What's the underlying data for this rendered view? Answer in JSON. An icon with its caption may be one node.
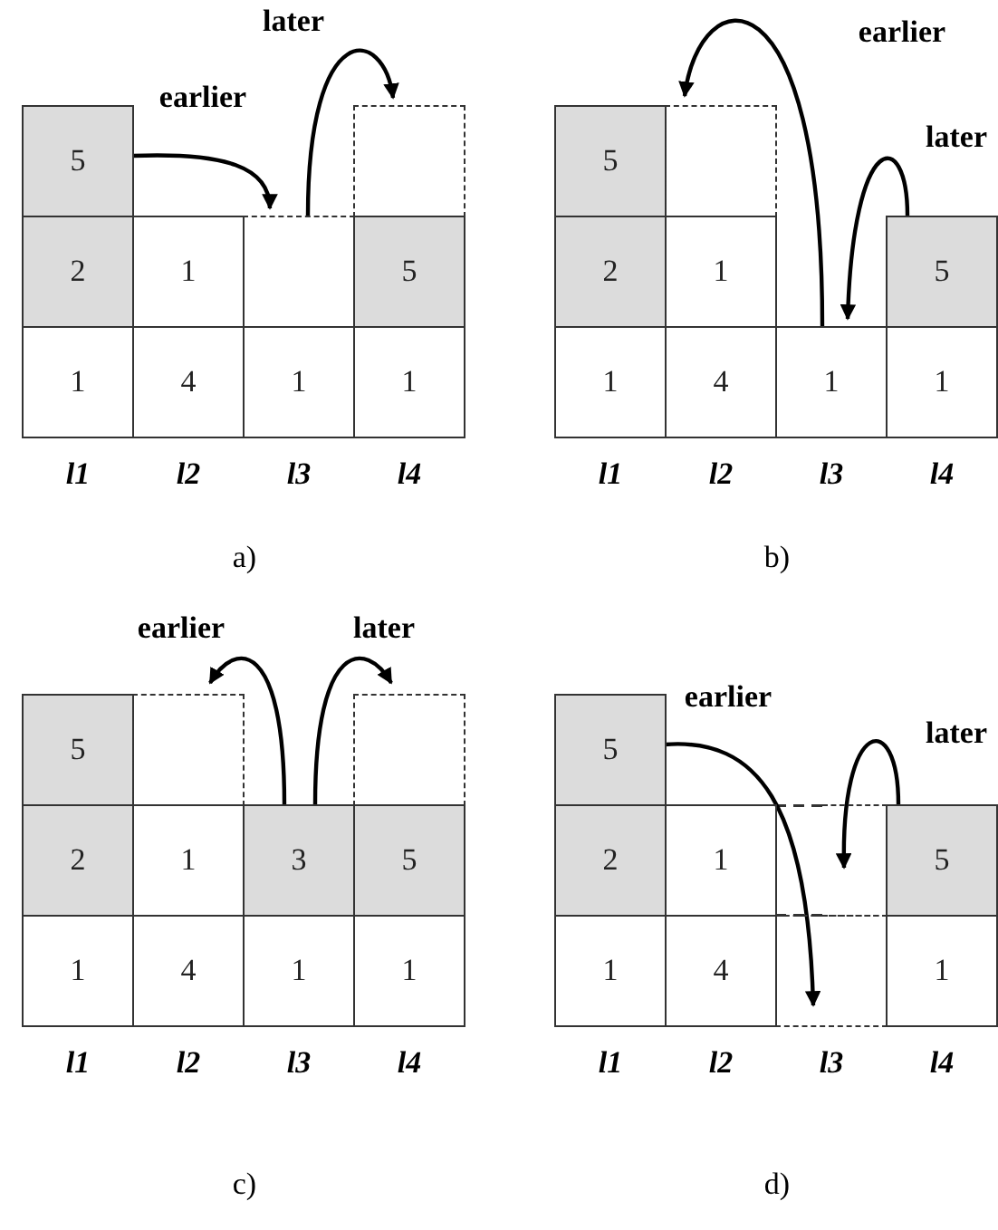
{
  "diagram": {
    "nodes": [
      {
        "text": [
          "5"
        ]
      },
      {
        "text": [],
        "shape": "box"
      },
      {
        "text": [
          "2"
        ]
      },
      {
        "text": [
          "1"
        ]
      },
      {
        "text": [],
        "shape": "box"
      },
      {
        "text": [
          "5"
        ]
      },
      {
        "text": [
          "1"
        ]
      },
      {
        "text": [
          "4"
        ]
      },
      {
        "text": [
          "1"
        ]
      },
      {
        "text": [
          "1"
        ]
      },
      {
        "text": [
          "5"
        ]
      },
      {
        "text": [],
        "shape": "box"
      },
      {
        "text": [
          "2"
        ]
      },
      {
        "text": [
          "1"
        ]
      },
      {
        "text": [
          "5"
        ]
      },
      {
        "text": [
          "1"
        ]
      },
      {
        "text": [
          "4"
        ]
      },
      {
        "text": [
          "1"
        ]
      },
      {
        "text": [
          "1"
        ]
      },
      {
        "text": [
          "5"
        ]
      },
      {
        "text": [],
        "shape": "box"
      },
      {
        "text": [],
        "shape": "box"
      },
      {
        "text": [
          "2"
        ]
      },
      {
        "text": [
          "1"
        ]
      },
      {
        "text": [
          "3"
        ]
      },
      {
        "text": [
          "5"
        ]
      },
      {
        "text": [
          "1"
        ]
      },
      {
        "text": [
          "4"
        ]
      },
      {
        "text": [
          "1"
        ]
      },
      {
        "text": [
          "1"
        ]
      },
      {
        "text": [
          "5"
        ]
      },
      {
        "text": [
          "2"
        ]
      },
      {
        "text": [
          "1"
        ]
      },
      {
        "text": [],
        "shape": "box"
      },
      {
        "text": [
          "5"
        ]
      },
      {
        "text": [
          "1"
        ]
      },
      {
        "text": [
          "4"
        ]
      },
      {
        "text": [],
        "shape": "box"
      },
      {
        "text": [
          "1"
        ]
      }
    ],
    "edges": [
      {
        "from": 0,
        "to": 4,
        "arrow": "to",
        "label": "earlier"
      },
      {
        "from": 4,
        "to": 1,
        "arrow": "to",
        "label": "later"
      },
      {
        "from": 17,
        "to": 11,
        "arrow": "to",
        "label": "earlier"
      },
      {
        "from": 14,
        "to": 17,
        "arrow": "to",
        "label": "later"
      },
      {
        "from": 24,
        "to": 20,
        "arrow": "to",
        "label": "earlier"
      },
      {
        "from": 24,
        "to": 21,
        "arrow": "to",
        "label": "later"
      },
      {
        "from": 30,
        "to": 37,
        "arrow": "to",
        "label": "earlier"
      },
      {
        "from": 34,
        "to": 33,
        "arrow": "to",
        "label": "later"
      }
    ],
    "labels": [
      "l1",
      "l2",
      "l3",
      "l4",
      "l1",
      "l2",
      "l3",
      "l4",
      "a)",
      "b)",
      "l1",
      "l2",
      "l3",
      "l4",
      "l1",
      "l2",
      "l3",
      "l4",
      "c)",
      "d)"
    ]
  }
}
